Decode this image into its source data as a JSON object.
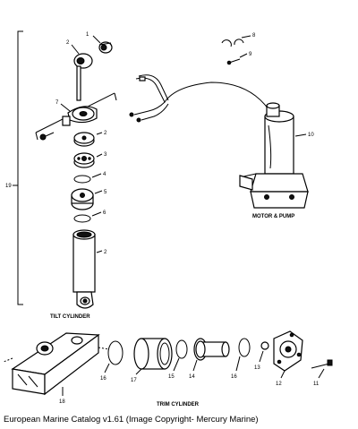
{
  "caption": "European Marine Catalog v1.61 (Image Copyright- Mercury Marine)",
  "sections": {
    "tilt_cylinder": "TILT CYLINDER",
    "trim_cylinder": "TRIM CYLINDER",
    "motor_pump": "MOTOR & PUMP"
  },
  "callouts": {
    "c1": "1",
    "c2a": "2",
    "c2b": "2",
    "c2c": "2",
    "c3": "3",
    "c4": "4",
    "c5": "5",
    "c6": "6",
    "c7": "7",
    "c8": "8",
    "c9": "9",
    "c10": "10",
    "c11": "11",
    "c12": "12",
    "c13": "13",
    "c14": "14",
    "c15": "15",
    "c16a": "16",
    "c16b": "16",
    "c17": "17",
    "c18": "18",
    "c19": "19"
  }
}
